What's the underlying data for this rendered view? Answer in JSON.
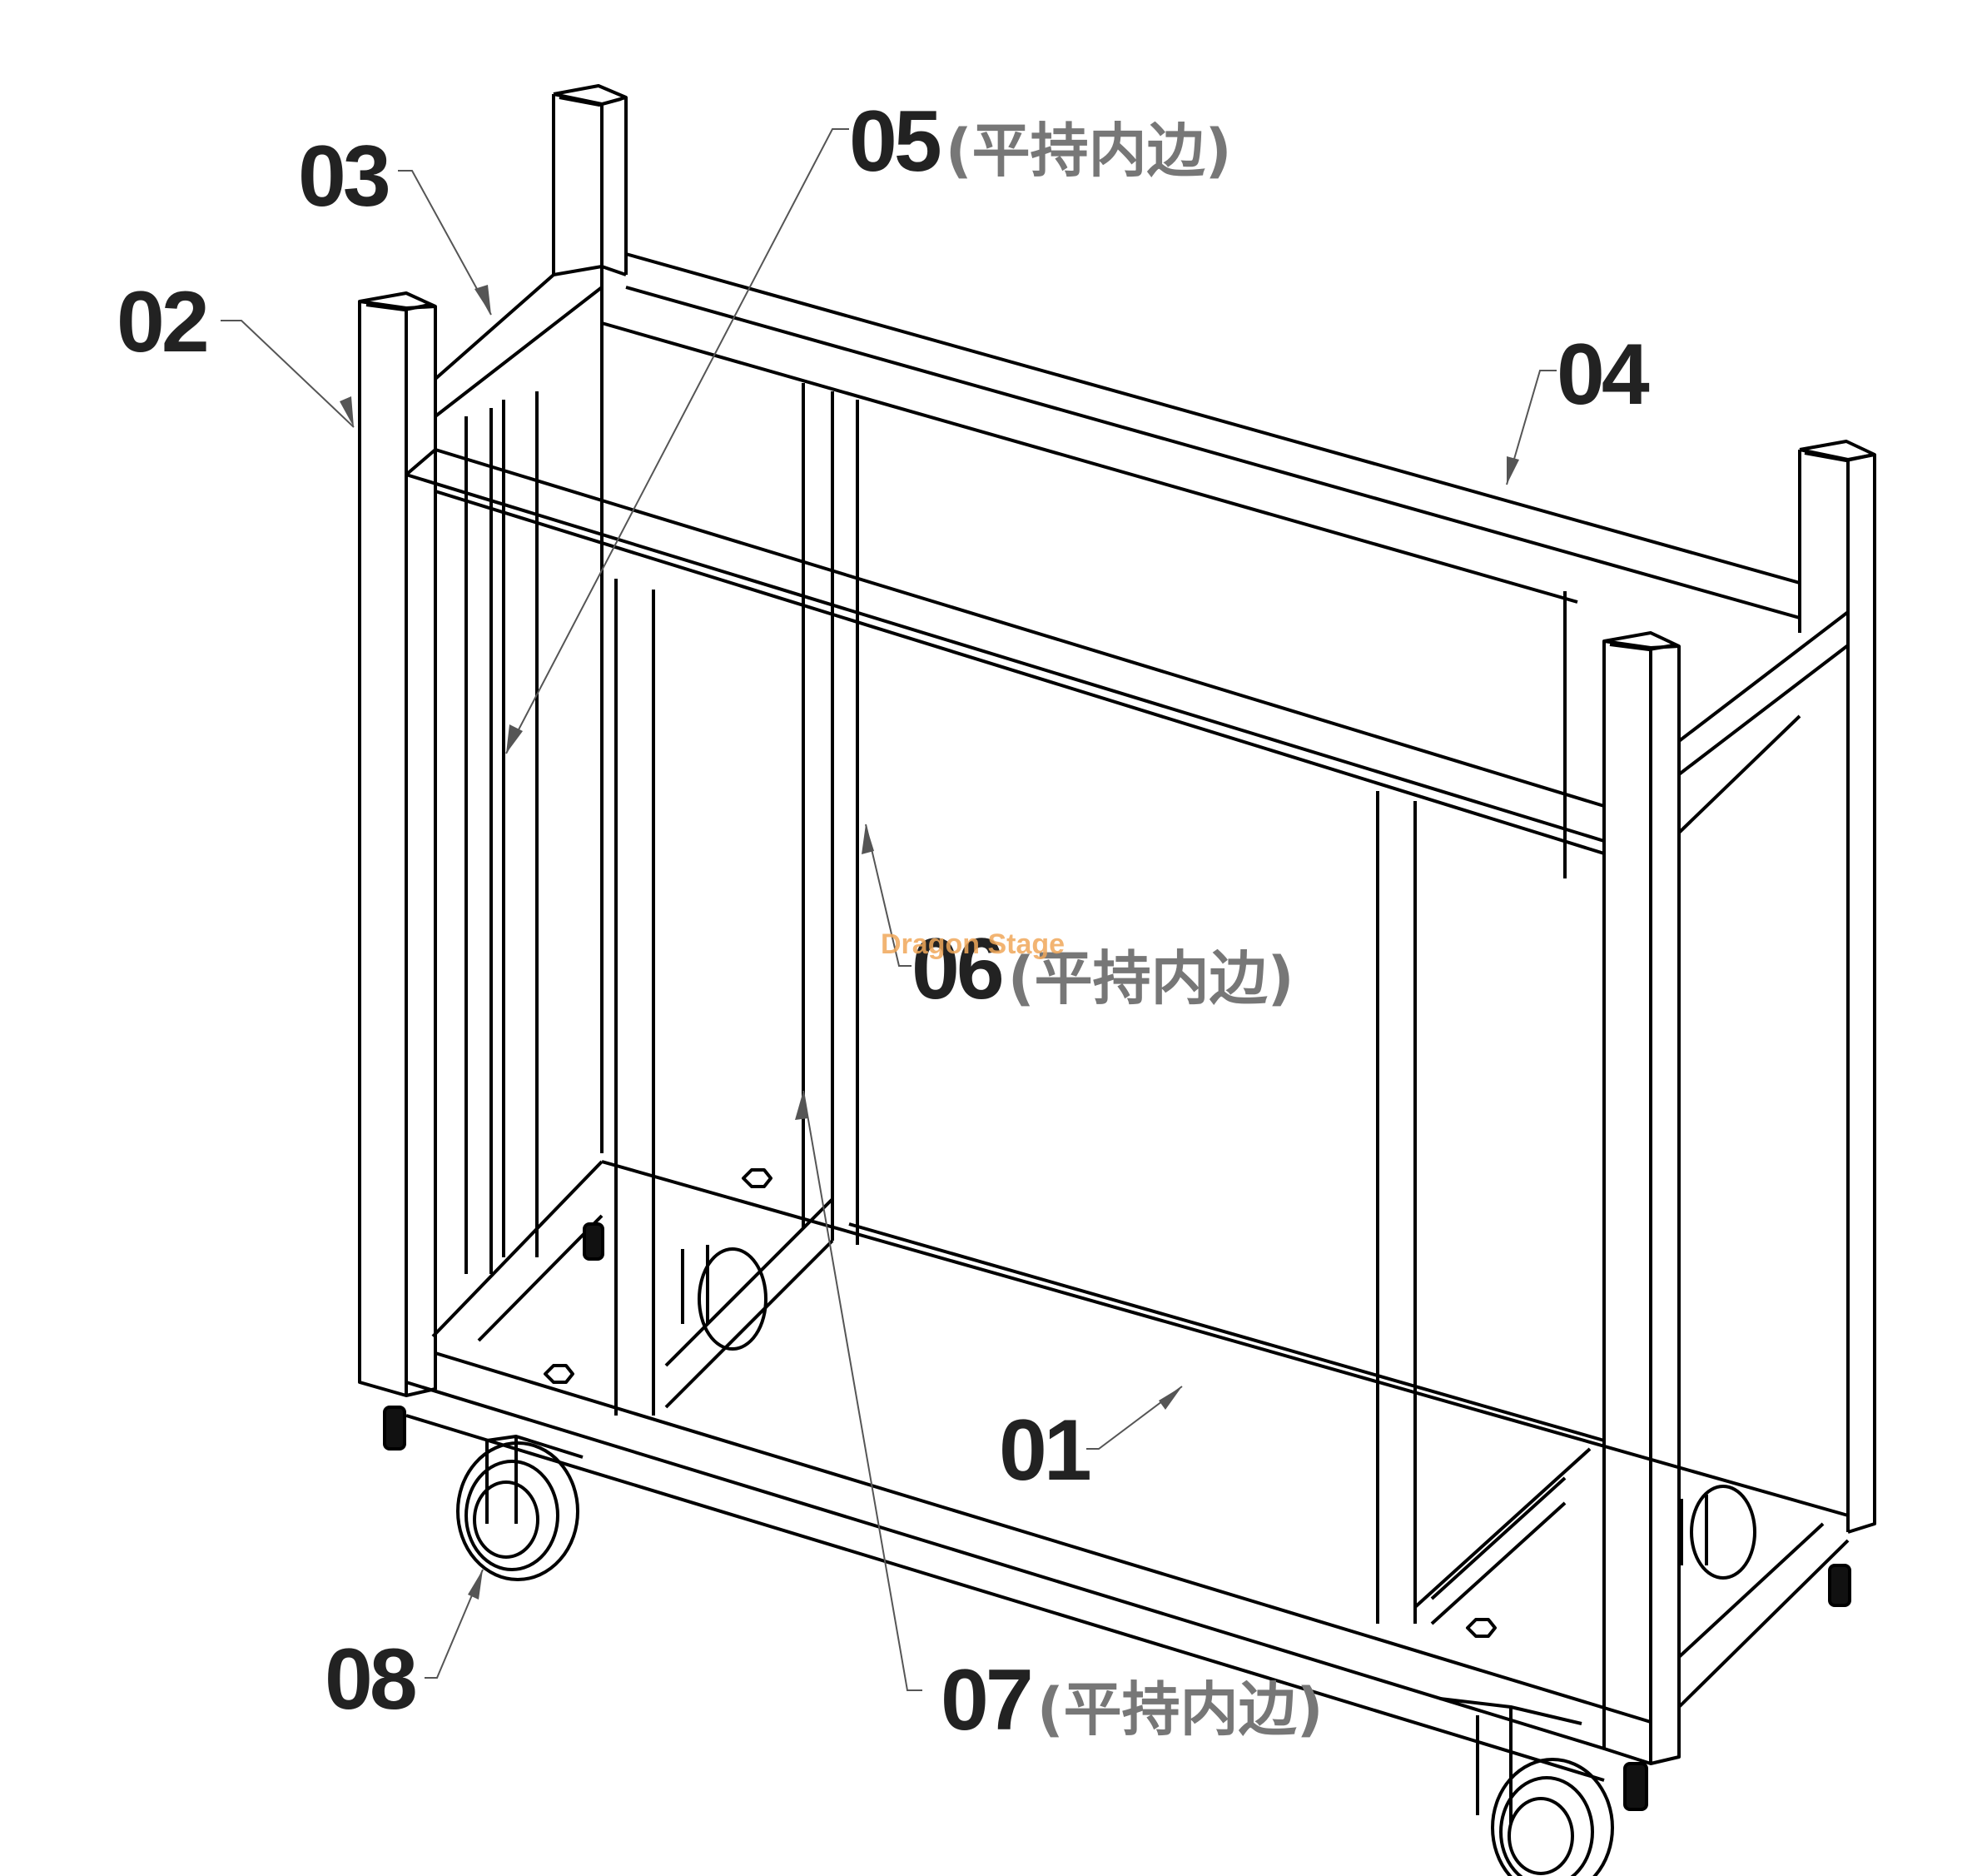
{
  "diagram": {
    "subject": "Steel tube rack trolley with casters (isometric exploded-part view)",
    "watermark": "Dragon Stage",
    "colors": {
      "line": "#000000",
      "label_number": "#222222",
      "label_note": "#777777",
      "leader": "#555555",
      "watermark": "#f0a85a",
      "background": "#ffffff"
    },
    "parts": [
      {
        "id": "01",
        "label": "01",
        "note": ""
      },
      {
        "id": "02",
        "label": "02",
        "note": ""
      },
      {
        "id": "03",
        "label": "03",
        "note": ""
      },
      {
        "id": "04",
        "label": "04",
        "note": ""
      },
      {
        "id": "05",
        "label": "05",
        "note": "(平持内边)"
      },
      {
        "id": "06",
        "label": "06",
        "note": "(平持内边)"
      },
      {
        "id": "07",
        "label": "07",
        "note": "(平持内边)"
      },
      {
        "id": "08",
        "label": "08",
        "note": ""
      }
    ]
  }
}
